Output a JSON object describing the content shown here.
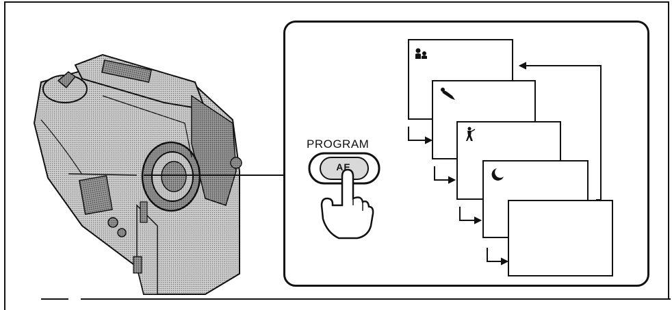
{
  "figure": {
    "button_caption": "PROGRAM",
    "button_label": "AE",
    "modes": [
      {
        "icon": "portrait-icon"
      },
      {
        "icon": "sports-icon"
      },
      {
        "icon": "beach-ski-icon"
      },
      {
        "icon": "twilight-moon-icon"
      },
      {
        "icon": "blank-screen"
      }
    ]
  },
  "colors": {
    "line": "#111111",
    "camera_body": "#b8b8b8",
    "camera_shadow": "#8a8a8a"
  }
}
